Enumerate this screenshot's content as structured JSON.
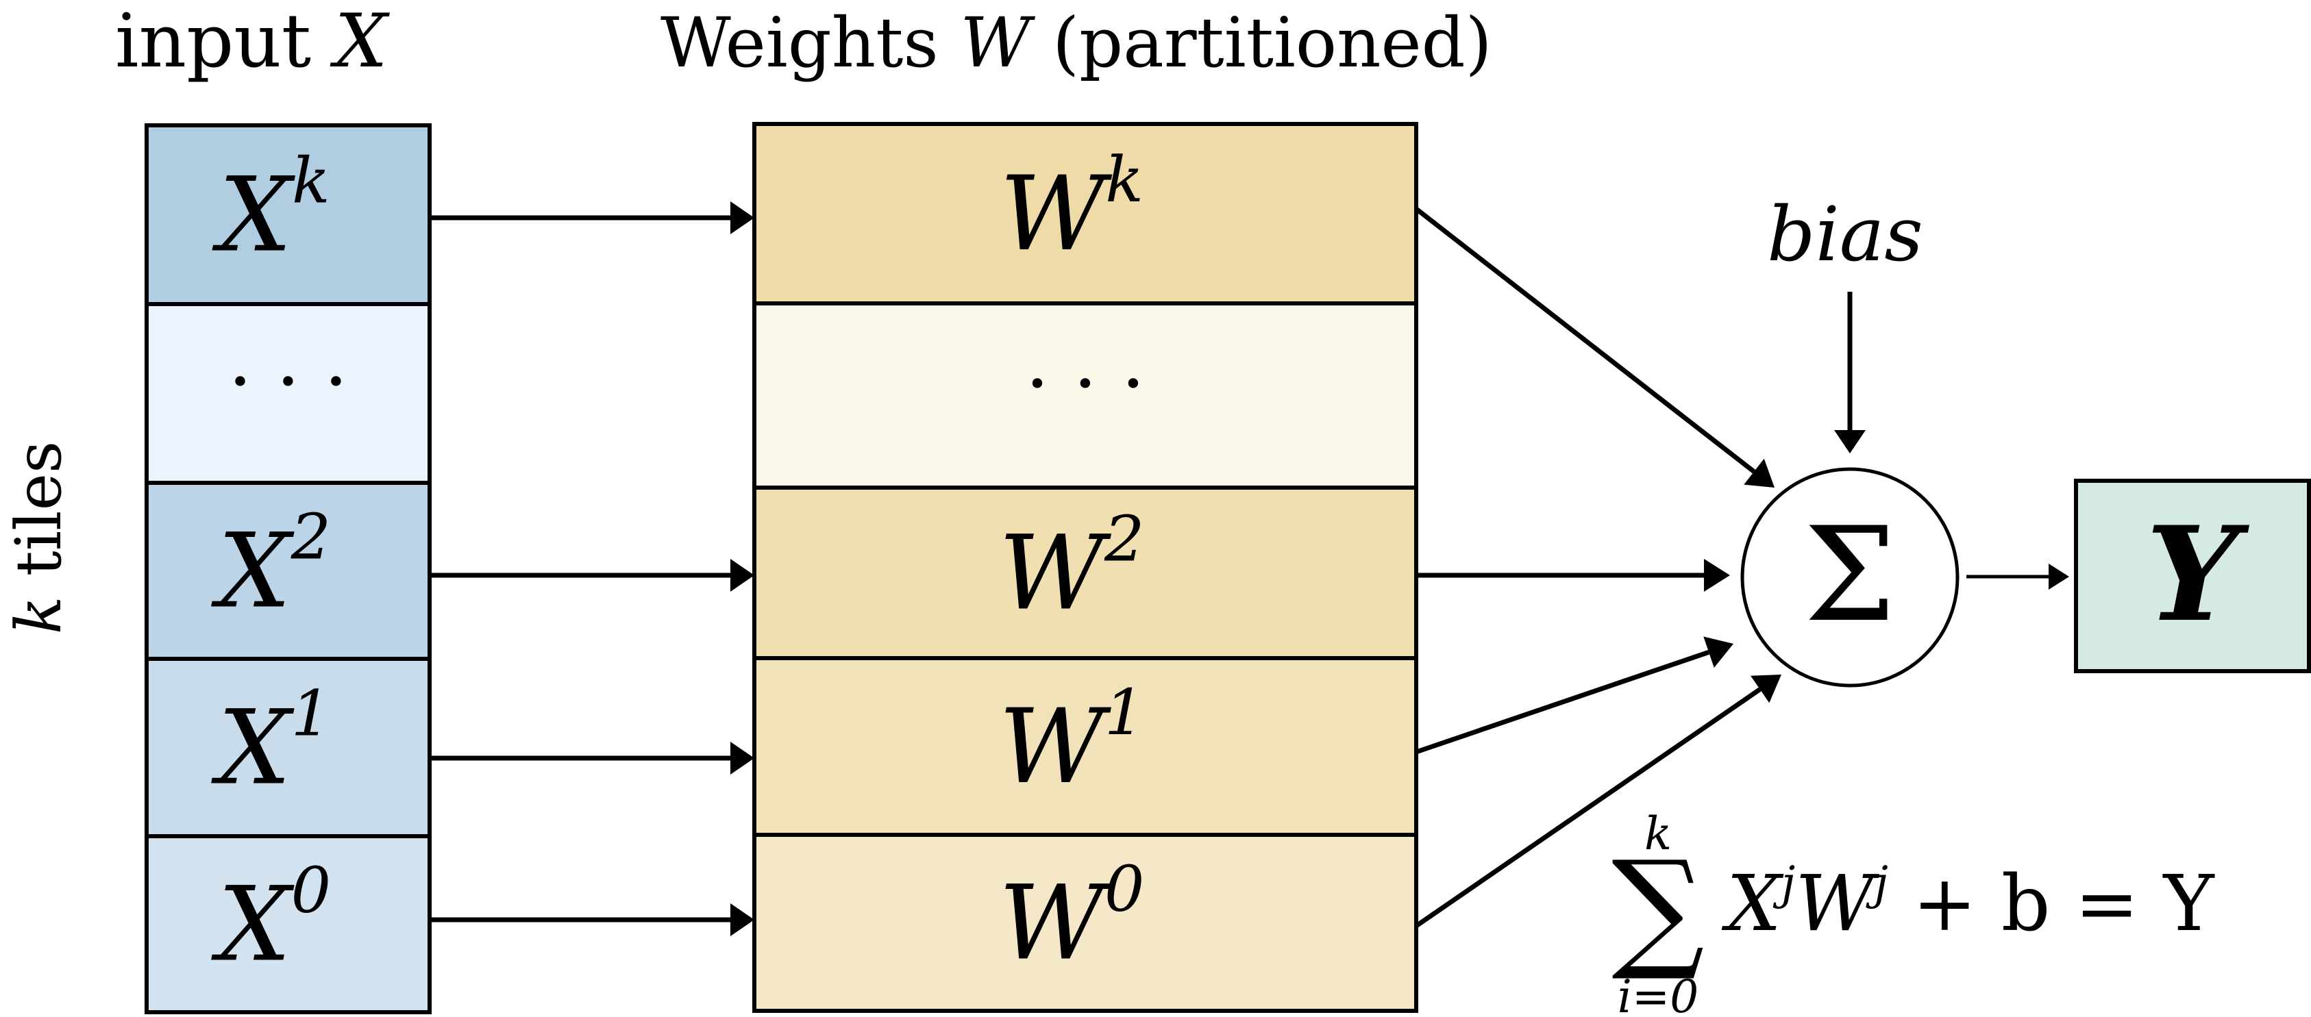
{
  "titles": {
    "input_label": "input ",
    "input_symbol": "X",
    "weights_label_prefix": "Weights ",
    "weights_symbol": "W",
    "weights_label_suffix": " (partitioned)"
  },
  "side_label": {
    "symbol": "k",
    "text": " tiles"
  },
  "input_tiles": [
    {
      "base": "X",
      "sup": "k",
      "color": "#b1cde2"
    },
    {
      "base": "",
      "sup": "",
      "ellipsis": "· · ·",
      "color": "#ebf3fc"
    },
    {
      "base": "X",
      "sup": "2",
      "color": "#bcd4e8"
    },
    {
      "base": "X",
      "sup": "1",
      "color": "#c8dcec"
    },
    {
      "base": "X",
      "sup": "0",
      "color": "#d2e2ef"
    }
  ],
  "weight_tiles": [
    {
      "base": "W",
      "sup": "k",
      "color": "#efdba8"
    },
    {
      "base": "",
      "sup": "",
      "ellipsis": "· · ·",
      "color": "#fbf8e9"
    },
    {
      "base": "W",
      "sup": "2",
      "color": "#f0dfb0"
    },
    {
      "base": "W",
      "sup": "1",
      "color": "#f2e2b9"
    },
    {
      "base": "W",
      "sup": "0",
      "color": "#f4e8c9"
    }
  ],
  "sum_node": {
    "symbol": "Σ"
  },
  "bias": {
    "label": "bias"
  },
  "output": {
    "symbol": "Y",
    "color": "#d5eae3"
  },
  "formula": {
    "sum_symbol": "∑",
    "upper": "k",
    "lower": "i=0",
    "term_x": "X",
    "sup_x": "j",
    "term_w": "W",
    "sup_w": "j",
    "rest": " + b = Y"
  }
}
